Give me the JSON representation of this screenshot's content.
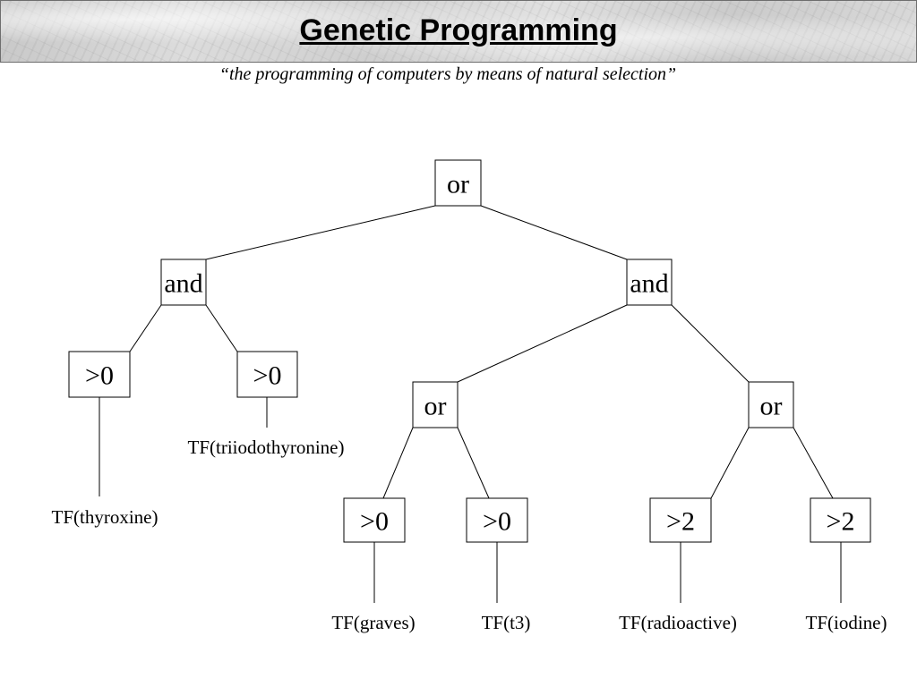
{
  "header": {
    "title": "Genetic Programming",
    "subtitle": "“the programming of computers by means of natural selection”"
  },
  "tree": {
    "root": "or",
    "left_and": "and",
    "right_and": "and",
    "gt0_thyroxine": ">0",
    "gt0_triiodo": ">0",
    "or_left": "or",
    "or_right": "or",
    "gt0_graves": ">0",
    "gt0_t3": ">0",
    "gt2_radioactive": ">2",
    "gt2_iodine": ">2"
  },
  "leaves": {
    "thyroxine": "TF(thyroxine)",
    "triiodothyronine": "TF(triiodothyronine)",
    "graves": "TF(graves)",
    "t3": "TF(t3)",
    "radioactive": "TF(radioactive)",
    "iodine": "TF(iodine)"
  }
}
